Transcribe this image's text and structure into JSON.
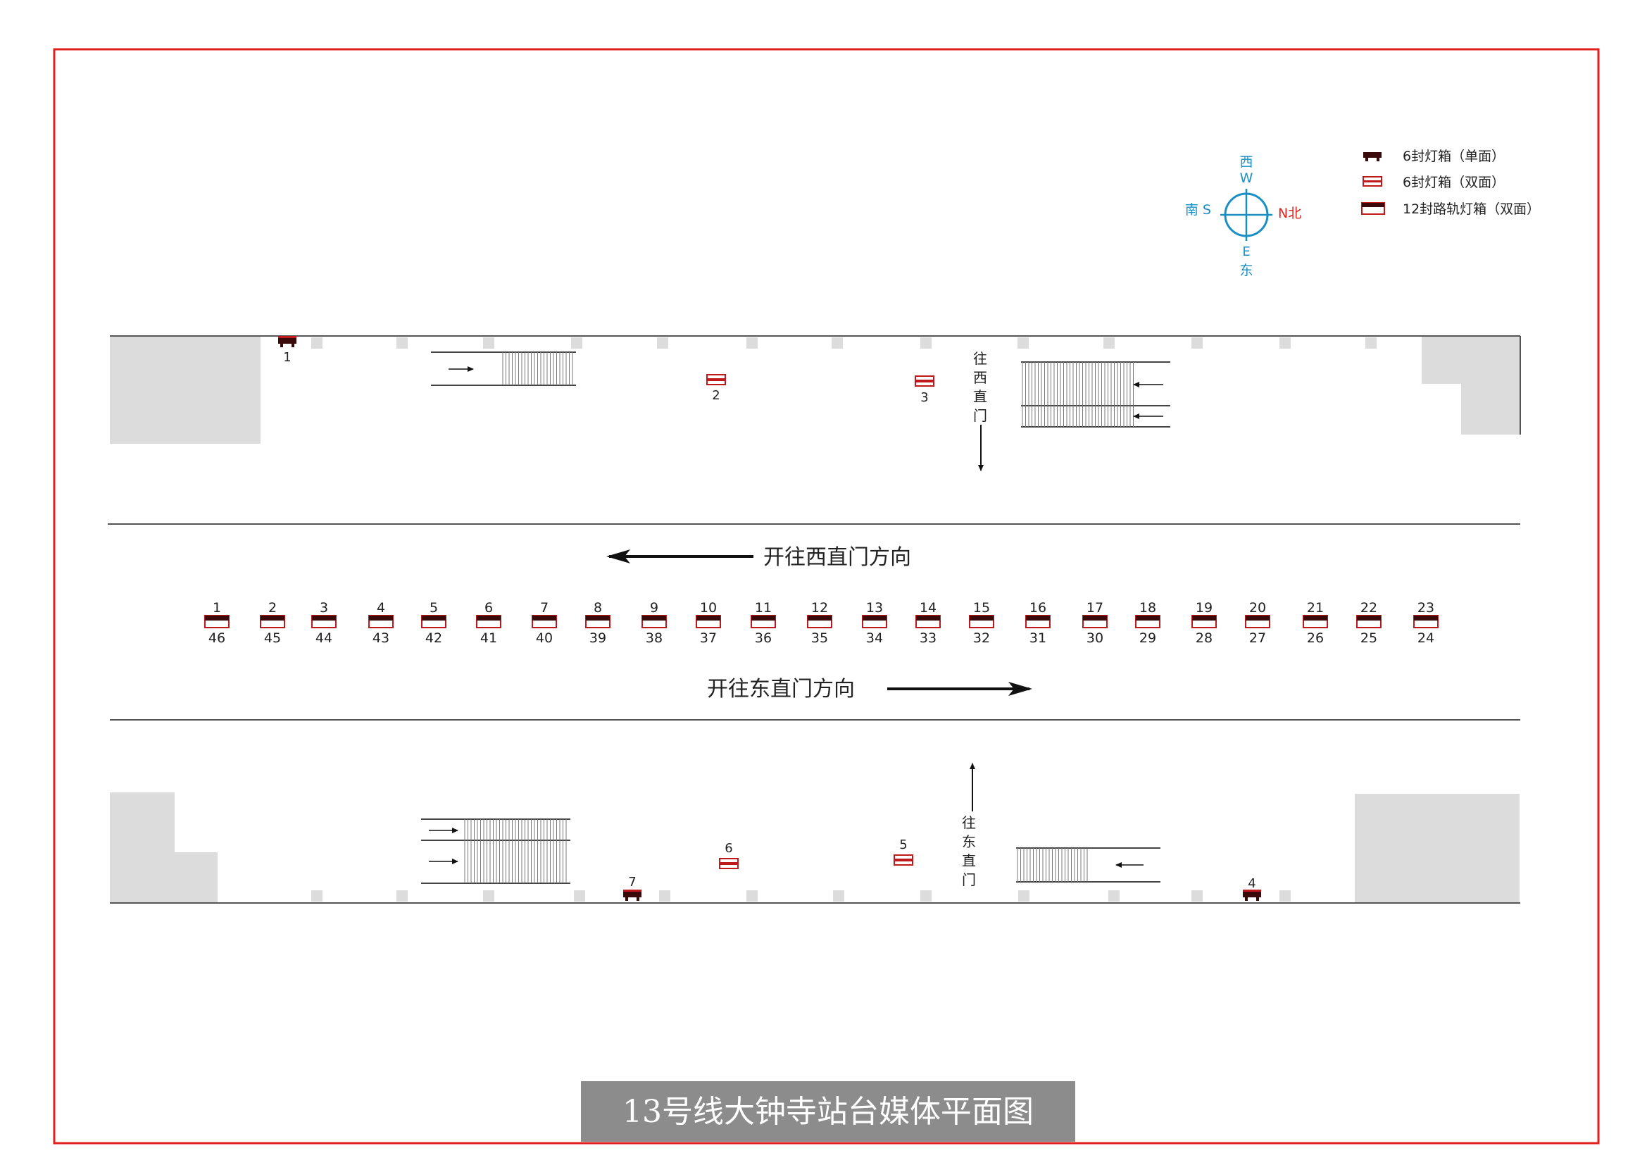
{
  "title": "13号线大钟寺站台媒体平面图",
  "legend": [
    {
      "kind": "single",
      "label": "6封灯箱（单面）"
    },
    {
      "kind": "double",
      "label": "6封灯箱（双面）"
    },
    {
      "kind": "rail",
      "label": "12封路轨灯箱（双面）"
    }
  ],
  "compass": {
    "west_cn": "西",
    "west_en": "W",
    "south_label": "南 S",
    "north_label": "N北",
    "east_en": "E",
    "east_cn": "东"
  },
  "directions": {
    "upper_track": "开往西直门方向",
    "lower_track": "开往东直门方向",
    "upper_platform_vertical": "往西直门",
    "lower_platform_vertical": "往东直门"
  },
  "upper_boxes": [
    {
      "num": "1",
      "kind": "single"
    },
    {
      "num": "2",
      "kind": "double"
    },
    {
      "num": "3",
      "kind": "double"
    }
  ],
  "lower_boxes": [
    {
      "num": "4",
      "kind": "single"
    },
    {
      "num": "5",
      "kind": "double"
    },
    {
      "num": "6",
      "kind": "double"
    },
    {
      "num": "7",
      "kind": "single"
    }
  ],
  "rail_boxes": {
    "top": [
      "1",
      "2",
      "3",
      "4",
      "5",
      "6",
      "7",
      "8",
      "9",
      "10",
      "11",
      "12",
      "13",
      "14",
      "15",
      "16",
      "17",
      "18",
      "19",
      "20",
      "21",
      "22",
      "23"
    ],
    "bottom": [
      "46",
      "45",
      "44",
      "43",
      "42",
      "41",
      "40",
      "39",
      "38",
      "37",
      "36",
      "35",
      "34",
      "33",
      "32",
      "31",
      "30",
      "29",
      "28",
      "27",
      "26",
      "25",
      "24"
    ]
  },
  "colors": {
    "frame": "#e0201c",
    "box_red": "#c0191c",
    "box_dark": "#3a0a0a",
    "compass": "#1a8fc4",
    "north": "#e0201c",
    "grey_block": "#dcdcdc",
    "title_bg": "#8c8c8c"
  }
}
